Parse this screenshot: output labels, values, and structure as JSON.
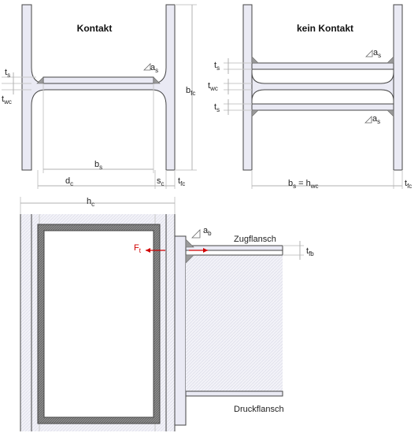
{
  "views": {
    "contact_title": "Kontakt",
    "no_contact_title": "kein Kontakt"
  },
  "labels": {
    "ts": {
      "main": "t",
      "sub": "s"
    },
    "twc": {
      "main": "t",
      "sub": "wc"
    },
    "as": {
      "main": "a",
      "sub": "s"
    },
    "bfc": {
      "main": "b",
      "sub": "fc"
    },
    "bs": {
      "main": "b",
      "sub": "s"
    },
    "dc": {
      "main": "d",
      "sub": "c"
    },
    "sc": {
      "main": "s",
      "sub": "c"
    },
    "tfc": {
      "main": "t",
      "sub": "fc"
    },
    "bs_eq_hwc": {
      "main1": "b",
      "sub1": "s",
      "eq": " = h",
      "sub2": "wc"
    },
    "hc": {
      "main": "h",
      "sub": "c"
    },
    "ab": {
      "main": "a",
      "sub": "b"
    },
    "ft": {
      "main": "F",
      "sub": "t"
    },
    "tfb": {
      "main": "t",
      "sub": "fb"
    },
    "zugflansch": "Zugflansch",
    "druckflansch": "Druckflansch"
  },
  "colors": {
    "steel_fill": "#eaeaf4",
    "outline": "#444444",
    "dimension": "#b0b0b0",
    "weld": "#9a9a9a",
    "force": "#d00000"
  }
}
